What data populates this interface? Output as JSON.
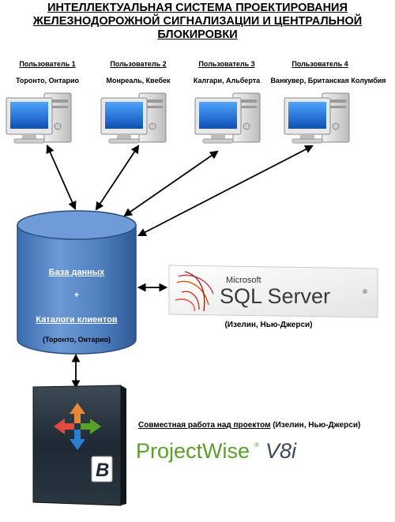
{
  "title": {
    "line1": "ИНТЕЛЛЕКТУАЛЬНАЯ СИСТЕМА ПРОЕКТИРОВАНИЯ",
    "line2": "ЖЕЛЕЗНОДОРОЖНОЙ СИГНАЛИЗАЦИИ И ЦЕНТРАЛЬНОЙ",
    "line3": "БЛОКИРОВКИ"
  },
  "users": [
    {
      "label": "Пользователь 1",
      "location": "Торонто, Онтарио"
    },
    {
      "label": "Пользователь 2",
      "location": "Монреаль, Квебек"
    },
    {
      "label": "Пользователь 3",
      "location": "Калгари, Альберта"
    },
    {
      "label": "Пользователь 4",
      "location": "Ванкувер, Британская Колумбия"
    }
  ],
  "database": {
    "line1": "База данных",
    "plus": "+",
    "line2": "Каталоги клиентов",
    "location": "(Торонто, Онтарио)"
  },
  "sql_server": {
    "brand": "Microsoft",
    "product": "SQL Server",
    "reg_mark": "®",
    "location": "(Изелин, Нью-Джерси)"
  },
  "projectwise": {
    "collab_label": "Совместная работа над проектом",
    "collab_location": " (Изелин, Нью-Джерси)",
    "product": "ProjectWise",
    "reg_mark": "®",
    "version": "V8i"
  },
  "colors": {
    "db_fill": "#4f7fbf",
    "db_stroke": "#2c4f80",
    "monitor_screen": "#1e6fd9",
    "pw_green": "#5aa02c",
    "sql_red": "#c0392b"
  }
}
